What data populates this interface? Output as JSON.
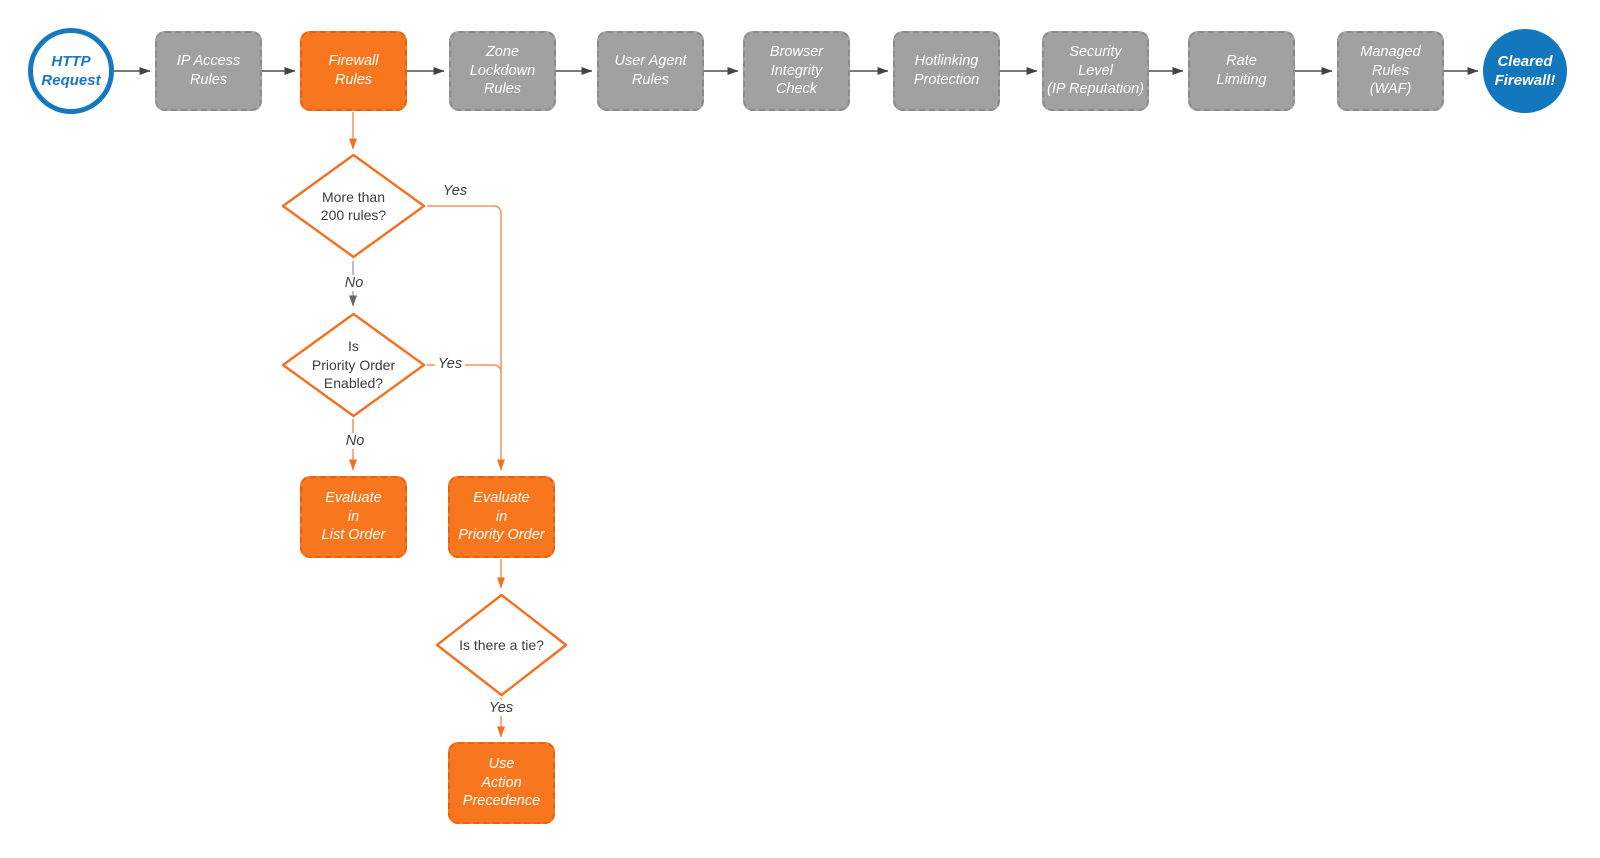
{
  "diagram": {
    "type": "flowchart",
    "colors": {
      "accent_orange": "#f4701e",
      "orange_fill": "#f8771e",
      "gray_fill": "#a1a1a1",
      "blue": "#1377be",
      "arrow_dark": "#4f4f4f",
      "text_dark": "#3d3d3d",
      "node_text": "#ffffff"
    },
    "nodes": {
      "start": {
        "label": "HTTP\nRequest",
        "shape": "circle"
      },
      "ip_access_rules": {
        "label": "IP Access\nRules",
        "shape": "box"
      },
      "firewall_rules": {
        "label": "Firewall\nRules",
        "shape": "box"
      },
      "zone_lockdown_rules": {
        "label": "Zone\nLockdown\nRules",
        "shape": "box"
      },
      "user_agent_rules": {
        "label": "User Agent\nRules",
        "shape": "box"
      },
      "browser_integrity_check": {
        "label": "Browser\nIntegrity\nCheck",
        "shape": "box"
      },
      "hotlinking_protection": {
        "label": "Hotlinking\nProtection",
        "shape": "box"
      },
      "security_level": {
        "label": "Security\nLevel\n(IP Reputation)",
        "shape": "box"
      },
      "rate_limiting": {
        "label": "Rate\nLimiting",
        "shape": "box"
      },
      "managed_rules": {
        "label": "Managed\nRules\n(WAF)",
        "shape": "box"
      },
      "end": {
        "label": "Cleared\nFirewall!",
        "shape": "circle"
      },
      "more_than_200": {
        "label": "More than\n200 rules?",
        "shape": "decision"
      },
      "priority_order_enabled": {
        "label": "Is\nPriority Order\nEnabled?",
        "shape": "decision"
      },
      "evaluate_list_order": {
        "label": "Evaluate\nin\nList Order",
        "shape": "box"
      },
      "evaluate_priority_order": {
        "label": "Evaluate\nin\nPriority Order",
        "shape": "box"
      },
      "is_there_a_tie": {
        "label": "Is there a tie?",
        "shape": "decision"
      },
      "use_action_precedence": {
        "label": "Use\nAction\nPrecedence",
        "shape": "box"
      }
    },
    "edge_labels": {
      "more_than_200_yes": "Yes",
      "more_than_200_no": "No",
      "priority_enabled_yes": "Yes",
      "priority_enabled_no": "No",
      "tie_yes": "Yes"
    }
  }
}
